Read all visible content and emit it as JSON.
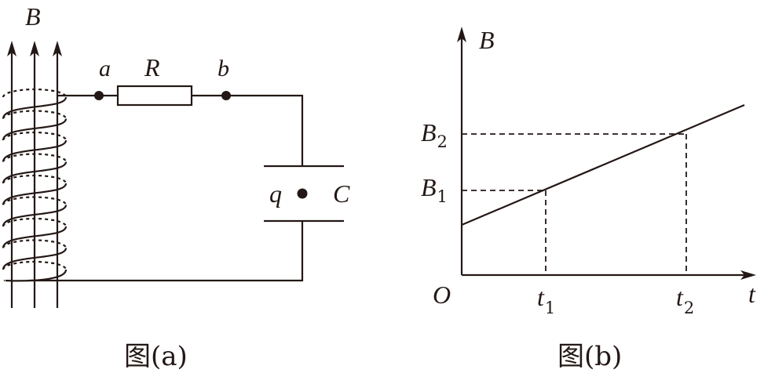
{
  "figure_a": {
    "field_label": "B",
    "node_a": "a",
    "resistor": "R",
    "node_b": "b",
    "charge": "q",
    "capacitor": "C",
    "caption": "图(a)"
  },
  "figure_b": {
    "y_axis": "B",
    "x_axis": "t",
    "origin": "O",
    "b1": {
      "main": "B",
      "sub": "1"
    },
    "b2": {
      "main": "B",
      "sub": "2"
    },
    "t1": {
      "main": "t",
      "sub": "1"
    },
    "t2": {
      "main": "t",
      "sub": "2"
    },
    "caption": "图(b)"
  },
  "colors": {
    "ink": "#231815",
    "background": "#ffffff"
  }
}
